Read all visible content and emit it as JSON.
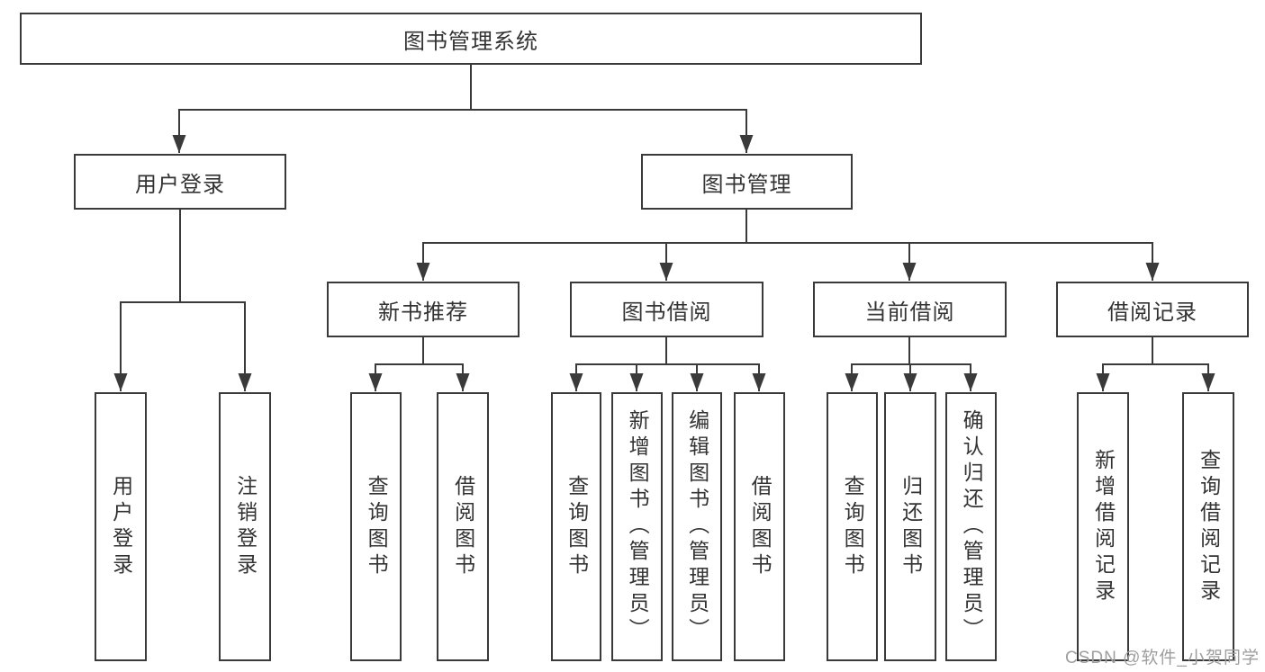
{
  "colors": {
    "background": "#ffffff",
    "line": "#3a3a3a",
    "box_border": "#3a3a3a",
    "text": "#333333",
    "watermark": "#9e9e9e"
  },
  "watermark": {
    "text": "CSDN @软件_小贺同学"
  },
  "tree": {
    "root": {
      "label": "图书管理系统"
    },
    "login": {
      "label": "用户登录",
      "children": [
        {
          "label": "用户登录"
        },
        {
          "label": "注销登录"
        }
      ]
    },
    "management": {
      "label": "图书管理",
      "groups": [
        {
          "label": "新书推荐",
          "children": [
            {
              "label": "查询图书"
            },
            {
              "label": "借阅图书"
            }
          ]
        },
        {
          "label": "图书借阅",
          "children": [
            {
              "label": "查询图书"
            },
            {
              "label": "新增图书（管理员）"
            },
            {
              "label": "编辑图书（管理员）"
            },
            {
              "label": "借阅图书"
            }
          ]
        },
        {
          "label": "当前借阅",
          "children": [
            {
              "label": "查询图书"
            },
            {
              "label": "归还图书"
            },
            {
              "label": "确认归还（管理员）"
            }
          ]
        },
        {
          "label": "借阅记录",
          "children": [
            {
              "label": "新增借阅记录"
            },
            {
              "label": "查询借阅记录"
            }
          ]
        }
      ]
    }
  }
}
